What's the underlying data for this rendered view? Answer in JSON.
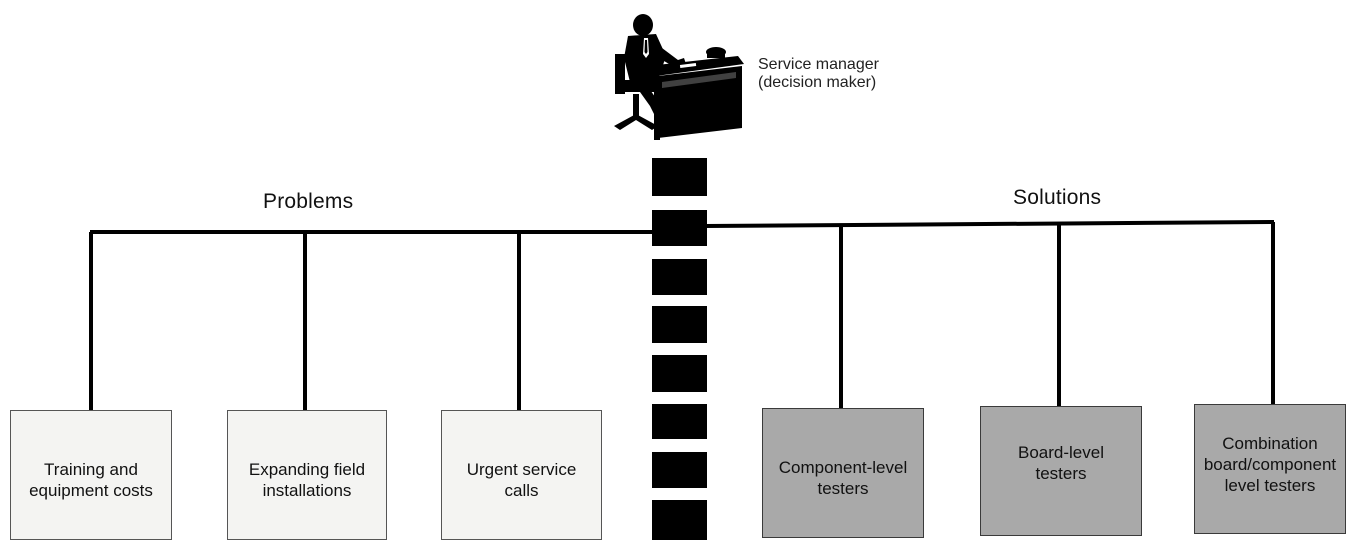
{
  "decision_maker": {
    "line1": "Service manager",
    "line2": "(decision maker)",
    "icon": "manager-at-desk-icon"
  },
  "problems": {
    "heading": "Problems",
    "items": [
      {
        "line1": "Training and",
        "line2": "equipment costs"
      },
      {
        "line1": "Expanding field",
        "line2": "installations"
      },
      {
        "line1": "Urgent service",
        "line2": "calls"
      }
    ]
  },
  "solutions": {
    "heading": "Solutions",
    "items": [
      {
        "line1": "Component-level",
        "line2": "testers",
        "line3": ""
      },
      {
        "line1": "Board-level",
        "line2": "testers",
        "line3": ""
      },
      {
        "line1": "Combination",
        "line2": "board/component",
        "line3": "level testers"
      }
    ]
  },
  "colors": {
    "problem_fill": "#f4f4f2",
    "solution_fill": "#a9a9a9",
    "lines": "#000000"
  }
}
